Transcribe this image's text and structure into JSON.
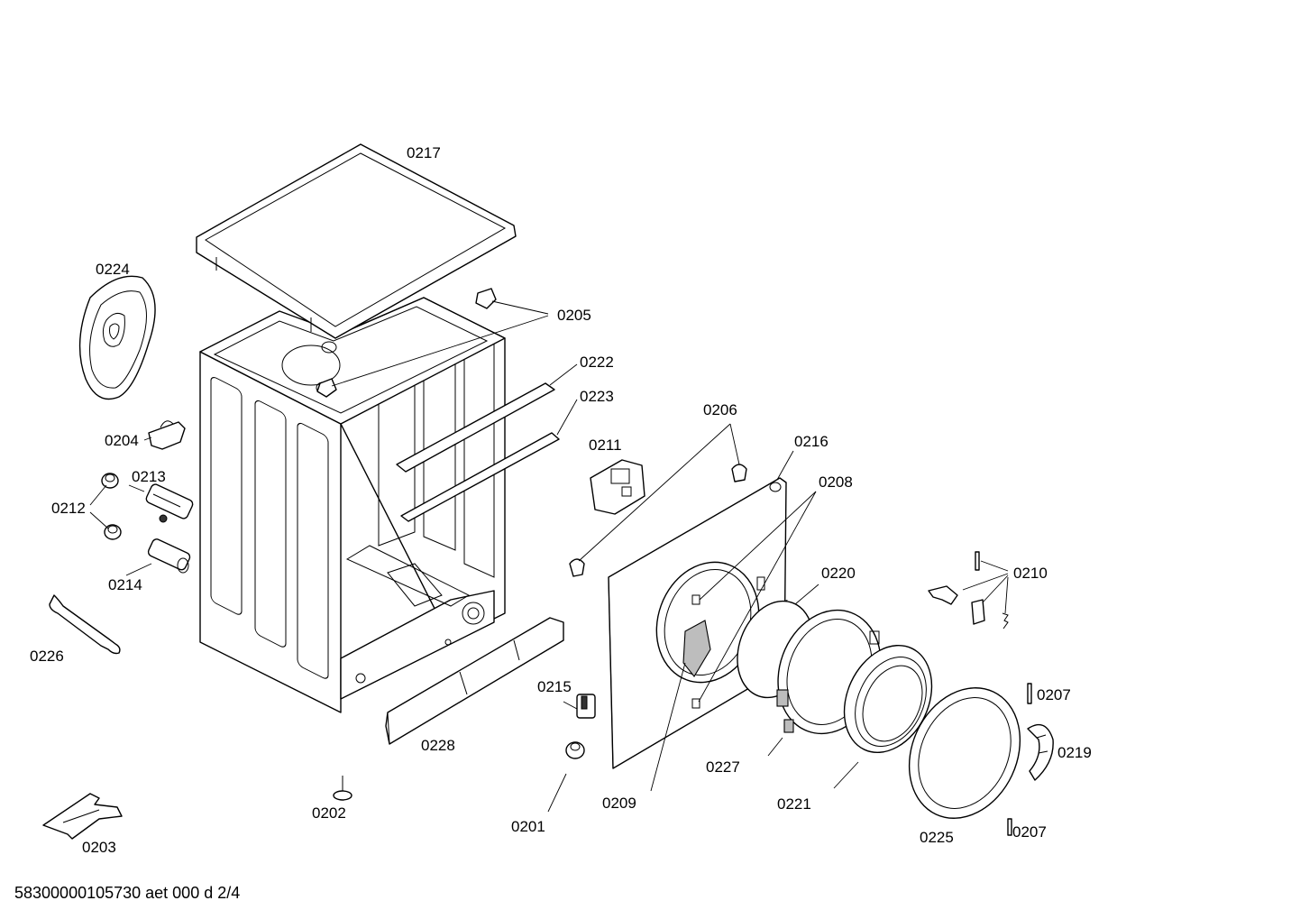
{
  "footer_text": "58300000105730 aet 000 d 2/4",
  "callouts": {
    "c0217": "0217",
    "c0224": "0224",
    "c0205": "0205",
    "c0222": "0222",
    "c0223": "0223",
    "c0206": "0206",
    "c0216": "0216",
    "c0211": "0211",
    "c0208": "0208",
    "c0204": "0204",
    "c0213": "0213",
    "c0212": "0212",
    "c0214": "0214",
    "c0220": "0220",
    "c0210": "0210",
    "c0226": "0226",
    "c0215": "0215",
    "c0228": "0228",
    "c0207a": "0207",
    "c0227": "0227",
    "c0219": "0219",
    "c0209": "0209",
    "c0221": "0221",
    "c0202": "0202",
    "c0201": "0201",
    "c0225": "0225",
    "c0207b": "0207",
    "c0203": "0203"
  }
}
